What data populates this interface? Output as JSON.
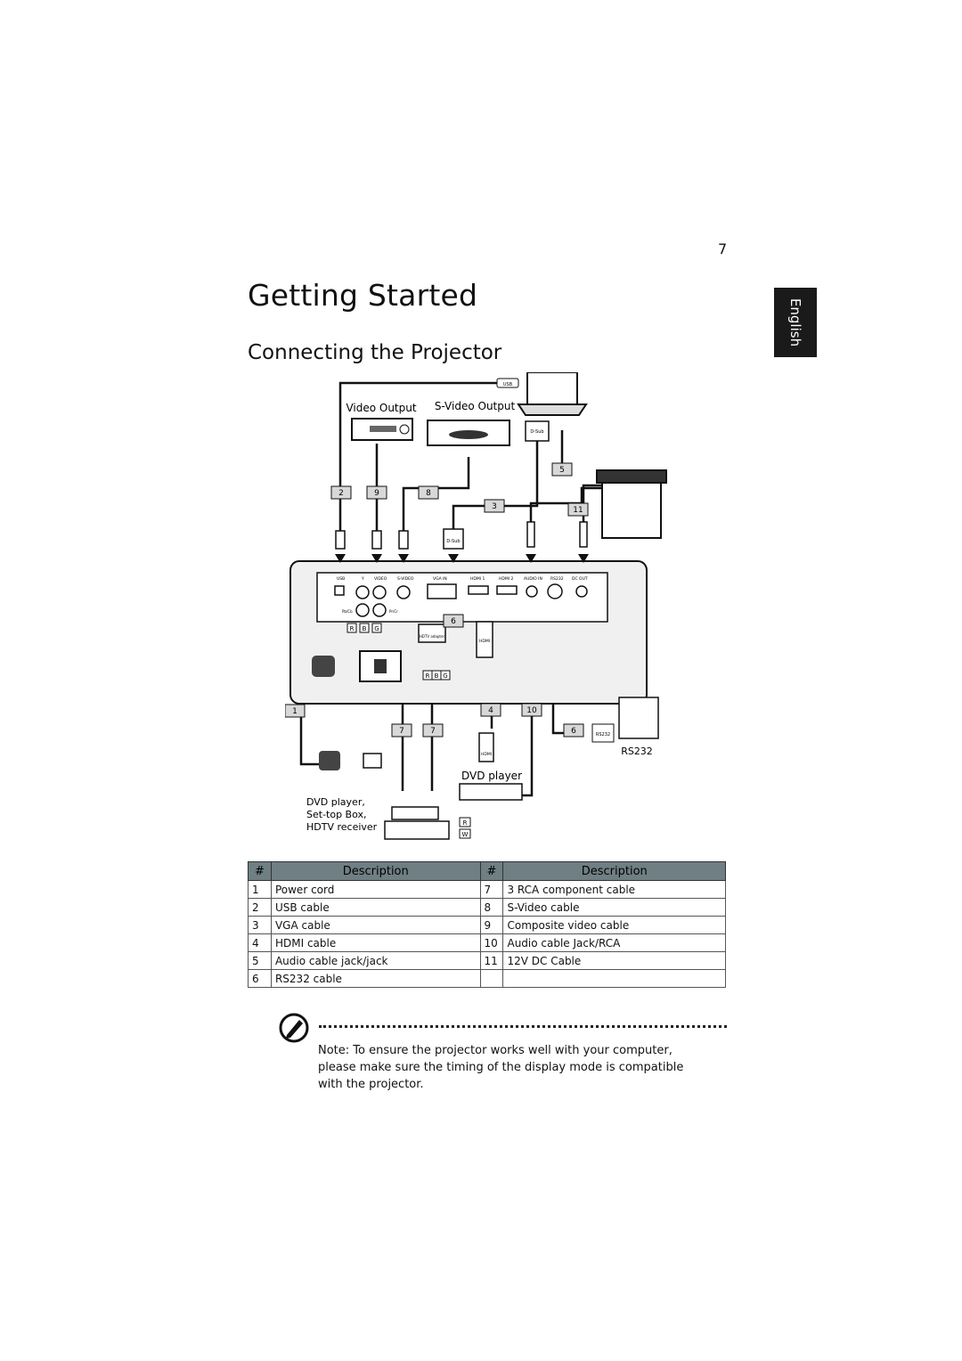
{
  "page": {
    "number": "7",
    "title": "Getting Started",
    "subtitle": "Connecting the Projector",
    "language_tab": "English"
  },
  "diagram": {
    "labels": {
      "video_output": "Video Output",
      "svideo_output": "S-Video Output",
      "dvd_player": "DVD player",
      "rs232": "RS232",
      "devices_line1": "DVD player,",
      "devices_line2": "Set-top Box,",
      "devices_line3": "HDTV receiver"
    },
    "port_labels": [
      "USB",
      "Y",
      "VIDEO",
      "S-VIDEO",
      "VGA IN",
      "HDMI 1",
      "HDMI 2",
      "AUDIO IN",
      "RS232",
      "DC OUT"
    ],
    "small_labels": {
      "usb": "USB",
      "dsub": "D-Sub",
      "hdmi": "HDMI",
      "hdtv_adapter": "HDTV adapter",
      "pb_cb": "Pb/Cb",
      "pr_cr": "Pr/Cr",
      "r": "R",
      "b": "B",
      "g": "G",
      "w": "W",
      "y": "Y"
    },
    "callouts": [
      "1",
      "2",
      "3",
      "4",
      "5",
      "6",
      "7",
      "8",
      "9",
      "10",
      "11"
    ]
  },
  "table": {
    "headers": [
      "#",
      "Description",
      "#",
      "Description"
    ],
    "rows": [
      [
        "1",
        "Power cord",
        "7",
        "3 RCA component cable"
      ],
      [
        "2",
        "USB cable",
        "8",
        "S-Video cable"
      ],
      [
        "3",
        "VGA cable",
        "9",
        "Composite video cable"
      ],
      [
        "4",
        "HDMI cable",
        "10",
        "Audio cable Jack/RCA"
      ],
      [
        "5",
        "Audio cable jack/jack",
        "11",
        "12V DC Cable"
      ],
      [
        "6",
        "RS232 cable",
        "",
        ""
      ]
    ]
  },
  "note": {
    "label": "Note",
    "text": ": To ensure the projector works well with your computer, please make sure the timing of the display mode is compatible with the projector."
  },
  "colors": {
    "table_header": "#6f7f84",
    "tab_bg": "#1a1a1a",
    "callout_bg": "#d8d8d8"
  }
}
